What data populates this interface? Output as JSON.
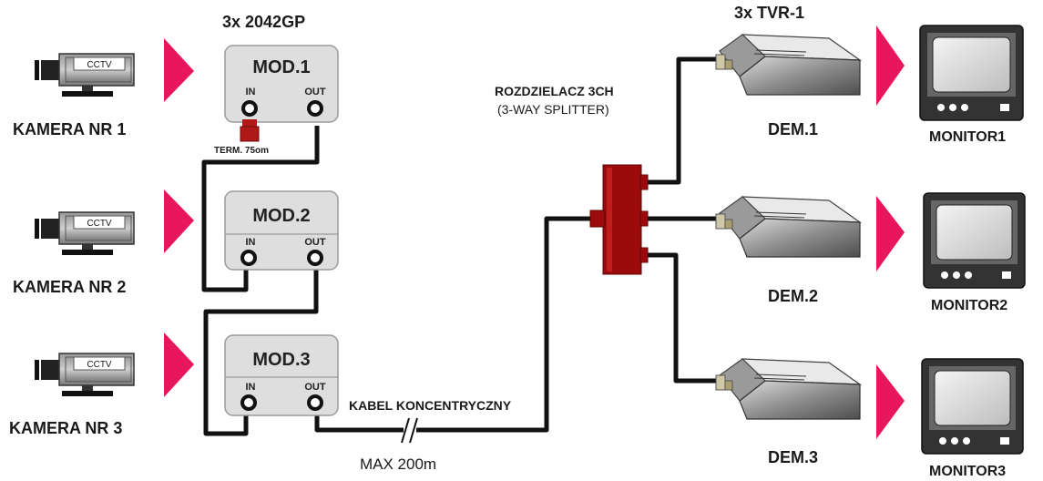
{
  "header": {
    "modulators_title": "3x 2042GP",
    "demodulators_title": "3x TVR-1"
  },
  "cameras": [
    {
      "badge": "CCTV",
      "label": "KAMERA  NR 1"
    },
    {
      "badge": "CCTV",
      "label": "KAMERA  NR 2"
    },
    {
      "badge": "CCTV",
      "label": "KAMERA  NR 3"
    }
  ],
  "modulators": [
    {
      "name": "MOD.1",
      "in_label": "IN",
      "out_label": "OUT"
    },
    {
      "name": "MOD.2",
      "in_label": "IN",
      "out_label": "OUT"
    },
    {
      "name": "MOD.3",
      "in_label": "IN",
      "out_label": "OUT"
    }
  ],
  "terminator": {
    "label": "TERM. 75om"
  },
  "splitter": {
    "line1": "ROZDZIELACZ 3CH",
    "line2": "(3-WAY SPLITTER)"
  },
  "cable": {
    "label": "KABEL KONCENTRYCZNY",
    "length": "MAX 200m"
  },
  "demodulators": [
    {
      "name": "DEM.1"
    },
    {
      "name": "DEM.2"
    },
    {
      "name": "DEM.3"
    }
  ],
  "monitors": [
    {
      "label": "MONITOR1"
    },
    {
      "label": "MONITOR2"
    },
    {
      "label": "MONITOR3"
    }
  ],
  "colors": {
    "arrow": "#e8175d",
    "splitter": "#9b0b0b",
    "terminator": "#b01818",
    "cable": "#111111",
    "module_fill": "#dedede"
  }
}
